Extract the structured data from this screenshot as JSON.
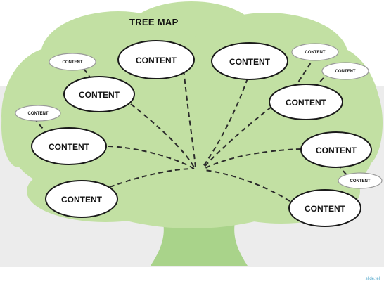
{
  "title": "TREE MAP",
  "watermark": "slide.tel",
  "colors": {
    "canopy": "#c2e0a3",
    "trunk": "#a9d38a",
    "band": "#ececec",
    "node_stroke": "#1a1a1a",
    "dash": "#2b2b2b"
  },
  "nodes": [
    {
      "id": "top-left-center",
      "label": "CONTENT"
    },
    {
      "id": "top-right-center",
      "label": "CONTENT"
    },
    {
      "id": "upper-left",
      "label": "CONTENT"
    },
    {
      "id": "upper-right",
      "label": "CONTENT"
    },
    {
      "id": "middle-left",
      "label": "CONTENT"
    },
    {
      "id": "middle-right",
      "label": "CONTENT"
    },
    {
      "id": "lower-left",
      "label": "CONTENT"
    },
    {
      "id": "lower-right",
      "label": "CONTENT"
    }
  ],
  "small_nodes": [
    {
      "id": "small-top-left",
      "label": "CONTENT"
    },
    {
      "id": "small-left",
      "label": "CONTENT"
    },
    {
      "id": "small-top-right",
      "label": "CONTENT"
    },
    {
      "id": "small-right",
      "label": "CONTENT"
    },
    {
      "id": "small-bottom-right",
      "label": "CONTENT"
    }
  ]
}
